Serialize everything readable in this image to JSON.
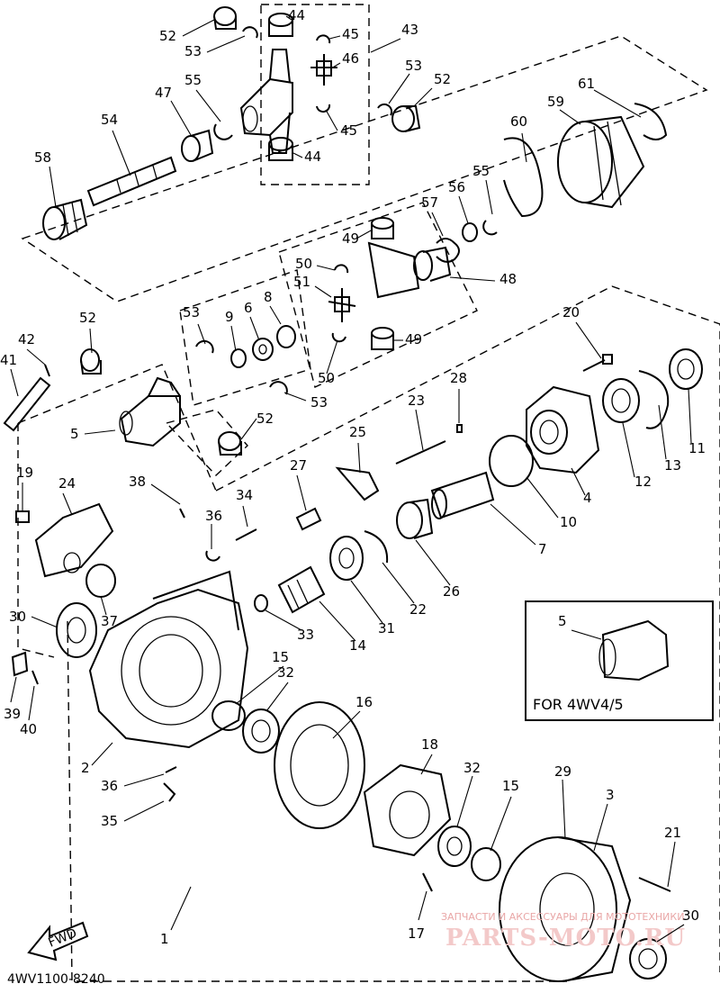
{
  "diagram": {
    "drawing_code": "4WV1100-8240",
    "inset_caption": "FOR 4WV4/5",
    "fwd_label": "FWD",
    "watermark_small": "ЗАПЧАСТИ И АКСЕССУАРЫ ДЛЯ МОТОТЕХНИКИ",
    "watermark_big": "PARTS-MOTO.RU",
    "callouts": [
      "1",
      "2",
      "3",
      "4",
      "5",
      "5",
      "6",
      "7",
      "8",
      "9",
      "10",
      "11",
      "12",
      "13",
      "14",
      "15",
      "15",
      "16",
      "17",
      "18",
      "19",
      "20",
      "21",
      "22",
      "23",
      "24",
      "25",
      "26",
      "27",
      "28",
      "29",
      "30",
      "30",
      "31",
      "32",
      "32",
      "33",
      "34",
      "35",
      "36",
      "36",
      "37",
      "38",
      "39",
      "40",
      "41",
      "42",
      "43",
      "44",
      "44",
      "45",
      "45",
      "46",
      "47",
      "48",
      "49",
      "49",
      "50",
      "50",
      "51",
      "52",
      "52",
      "52",
      "52",
      "53",
      "53",
      "53",
      "53",
      "54",
      "55",
      "55",
      "56",
      "57",
      "58",
      "59",
      "60",
      "61"
    ]
  }
}
